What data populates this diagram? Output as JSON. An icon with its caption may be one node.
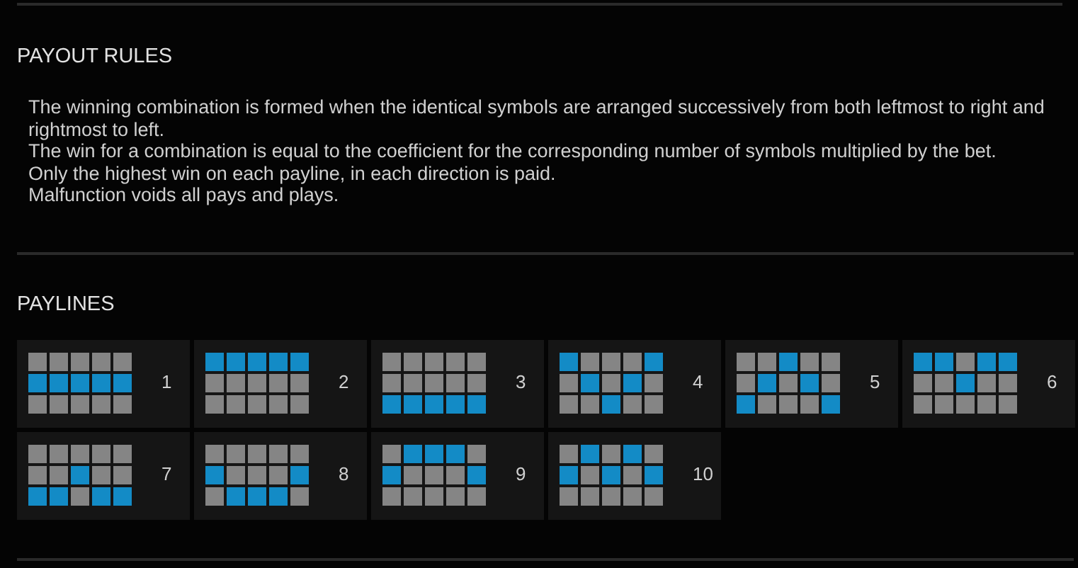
{
  "diagram": {
    "nodes": [
      {
        "text": [
          "1"
        ]
      },
      {
        "text": [
          "2"
        ]
      },
      {
        "text": [
          "3"
        ]
      },
      {
        "text": [
          "4"
        ]
      },
      {
        "text": [
          "5"
        ]
      },
      {
        "text": [
          "6"
        ]
      },
      {
        "text": [
          "7"
        ]
      },
      {
        "text": [
          "8"
        ]
      },
      {
        "text": [
          "9"
        ]
      },
      {
        "text": [
          "10"
        ]
      }
    ],
    "edges": [],
    "labels": [
      "PAYOUT RULES",
      "The winning combination is formed when the identical symbols are arranged successively from both leftmost to right and rightmost to left.",
      "The win for a combination is equal to the coefficient for the corresponding number of symbols multiplied by the bet.",
      "Only the highest win on each payline, in each direction is paid.",
      "Malfunction voids all pays and plays.",
      "PAYLINES"
    ]
  }
}
